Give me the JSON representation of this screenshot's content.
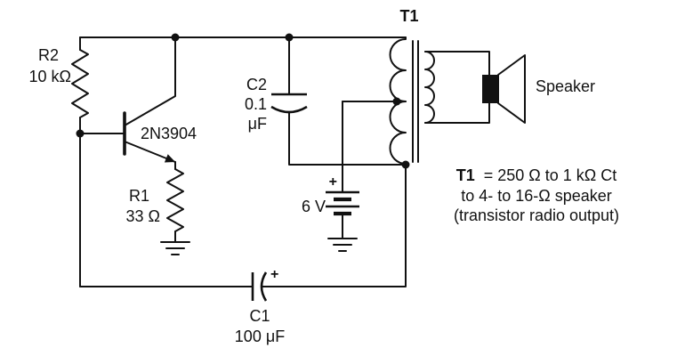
{
  "figure": {
    "background_color": "#ffffff",
    "ink_color": "#111111",
    "kind": "audio-output-oscillator-schematic"
  },
  "components": {
    "r2": {
      "label": "R2",
      "value": "10 kΩ"
    },
    "transistor": {
      "label": "2N3904"
    },
    "r1": {
      "label": "R1",
      "value": "33 Ω"
    },
    "c2": {
      "label": "C2",
      "value": "0.1",
      "unit": "μF"
    },
    "battery": {
      "polarity": "+",
      "value": "6 V"
    },
    "c1": {
      "polarity": "+",
      "label": "C1",
      "value": "100 μF"
    },
    "transformer": {
      "label": "T1"
    },
    "speaker": {
      "label": "Speaker"
    }
  },
  "notes": {
    "t1_ref": "T1",
    "line1_rest": "= 250 Ω to 1 kΩ Ct",
    "line2": "to 4- to 16-Ω speaker",
    "line3": "(transistor radio output)"
  }
}
